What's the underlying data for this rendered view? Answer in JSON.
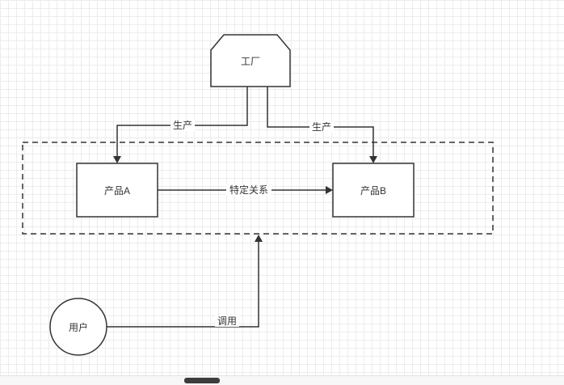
{
  "diagram": {
    "colors": {
      "line": "#333333",
      "node_border": "#333333",
      "node_fill": "#ffffff",
      "text": "#333333",
      "grid_minor": "#ececec",
      "grid_major": "#e2e2e2",
      "scrollbar_thumb": "#3d3d3d"
    },
    "nodes": {
      "factory": {
        "label": "工厂",
        "shape": "beveled-top-rectangle"
      },
      "product_a": {
        "label": "产品A",
        "shape": "rectangle"
      },
      "product_b": {
        "label": "产品B",
        "shape": "rectangle"
      },
      "user": {
        "label": "用户",
        "shape": "circle"
      }
    },
    "boundary": {
      "style": "dashed-rectangle"
    },
    "edges": {
      "produce_left": {
        "label": "生产",
        "from": "factory",
        "to": "product_a"
      },
      "produce_right": {
        "label": "生产",
        "from": "factory",
        "to": "product_b"
      },
      "relation": {
        "label": "特定关系",
        "from": "product_a",
        "to": "product_b"
      },
      "invoke": {
        "label": "调用",
        "from": "user",
        "to": "boundary"
      }
    }
  },
  "scrollbar": {
    "orientation": "horizontal"
  }
}
